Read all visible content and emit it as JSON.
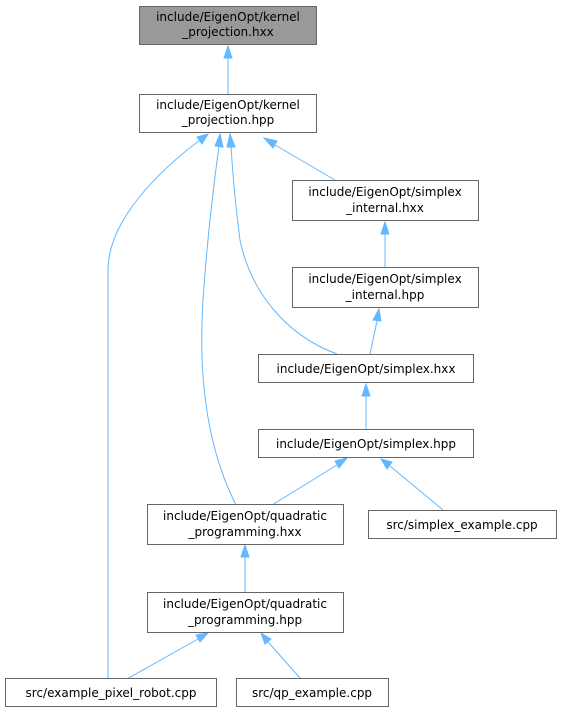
{
  "colors": {
    "edge": "#63b8ff",
    "node_border": "#666666",
    "root_fill": "#999999",
    "node_fill": "#ffffff"
  },
  "nodes": {
    "kernel_projection_hxx": [
      "include/EigenOpt/kernel",
      "_projection.hxx"
    ],
    "kernel_projection_hpp": [
      "include/EigenOpt/kernel",
      "_projection.hpp"
    ],
    "simplex_internal_hxx": [
      "include/EigenOpt/simplex",
      "_internal.hxx"
    ],
    "simplex_internal_hpp": [
      "include/EigenOpt/simplex",
      "_internal.hpp"
    ],
    "simplex_hxx": [
      "include/EigenOpt/simplex.hxx"
    ],
    "simplex_hpp": [
      "include/EigenOpt/simplex.hpp"
    ],
    "quadratic_programming_hxx": [
      "include/EigenOpt/quadratic",
      "_programming.hxx"
    ],
    "simplex_example_cpp": [
      "src/simplex_example.cpp"
    ],
    "quadratic_programming_hpp": [
      "include/EigenOpt/quadratic",
      "_programming.hpp"
    ],
    "example_pixel_robot_cpp": [
      "src/example_pixel_robot.cpp"
    ],
    "qp_example_cpp": [
      "src/qp_example.cpp"
    ]
  },
  "edges": [
    {
      "from": "kernel_projection_hpp",
      "to": "kernel_projection_hxx"
    },
    {
      "from": "simplex_internal_hxx",
      "to": "kernel_projection_hpp"
    },
    {
      "from": "simplex_hxx",
      "to": "kernel_projection_hpp"
    },
    {
      "from": "quadratic_programming_hxx",
      "to": "kernel_projection_hpp"
    },
    {
      "from": "example_pixel_robot_cpp",
      "to": "kernel_projection_hpp"
    },
    {
      "from": "simplex_internal_hpp",
      "to": "simplex_internal_hxx"
    },
    {
      "from": "simplex_hxx",
      "to": "simplex_internal_hpp"
    },
    {
      "from": "simplex_hpp",
      "to": "simplex_hxx"
    },
    {
      "from": "quadratic_programming_hxx",
      "to": "simplex_hpp"
    },
    {
      "from": "simplex_example_cpp",
      "to": "simplex_hpp"
    },
    {
      "from": "quadratic_programming_hpp",
      "to": "quadratic_programming_hxx"
    },
    {
      "from": "example_pixel_robot_cpp",
      "to": "quadratic_programming_hpp"
    },
    {
      "from": "qp_example_cpp",
      "to": "quadratic_programming_hpp"
    }
  ]
}
